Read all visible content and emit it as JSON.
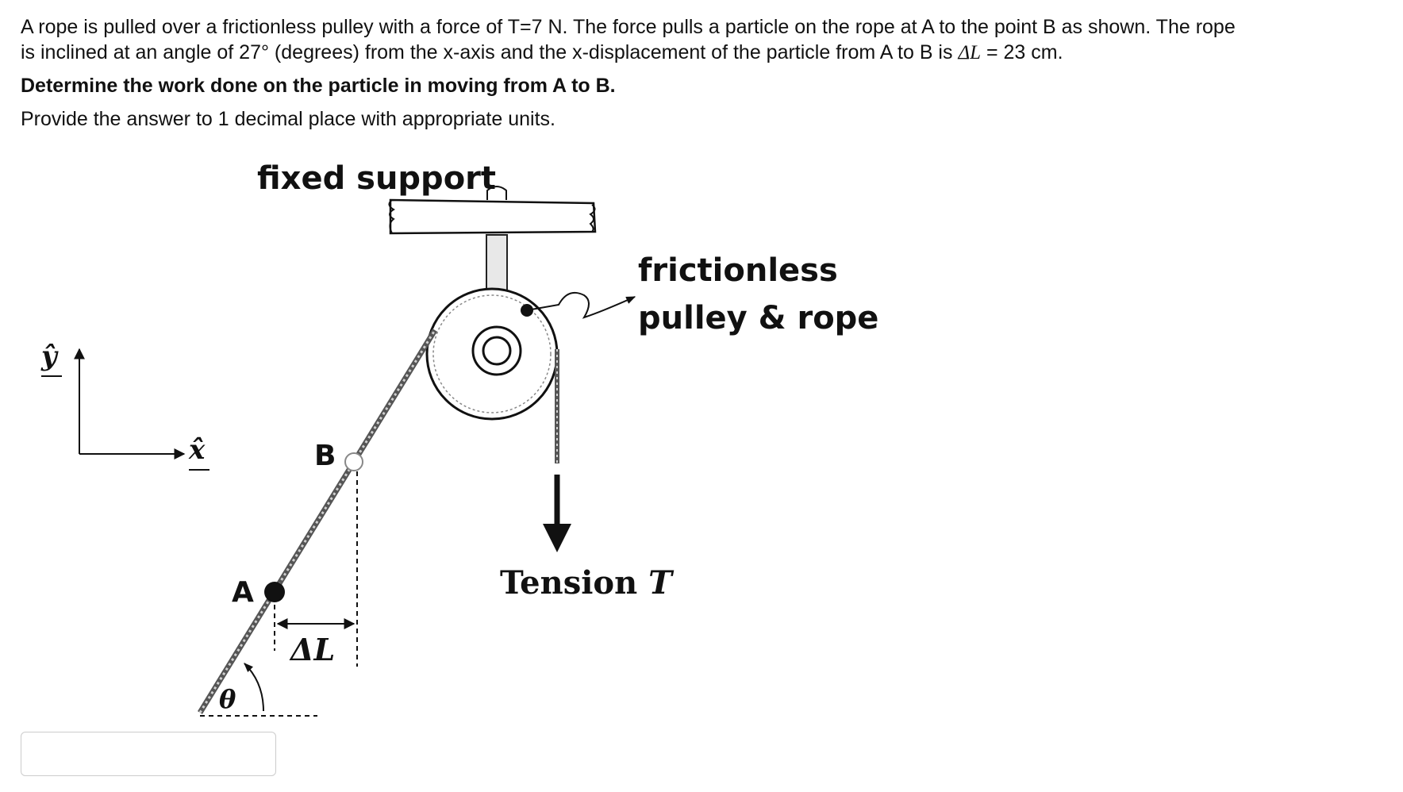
{
  "question": {
    "line1": "A rope is pulled over a frictionless pulley with a force of T=7 N.  The force pulls a particle on the rope at A to the point B as shown.  The rope",
    "line2_before": "is inclined at an angle of 27° (degrees) from the x-axis and the x-displacement of the particle from A to B is ",
    "line2_symbol": "ΔL",
    "line2_after": " =  23 cm.",
    "prompt": "Determine the work done on the particle in moving from A to B.",
    "precision": "Provide the answer to 1 decimal place with appropriate units."
  },
  "diagram": {
    "support_label": "fixed support",
    "pulley_label_line1": "frictionless",
    "pulley_label_line2": "pulley & rope",
    "tension_label": "Tension",
    "tension_symbol": "T",
    "point_a": "A",
    "point_b": "B",
    "delta_label": "ΔL",
    "angle_label": "θ",
    "axis_y": "ŷ",
    "axis_x": "x̂"
  },
  "answer": {
    "value": "",
    "placeholder": ""
  }
}
